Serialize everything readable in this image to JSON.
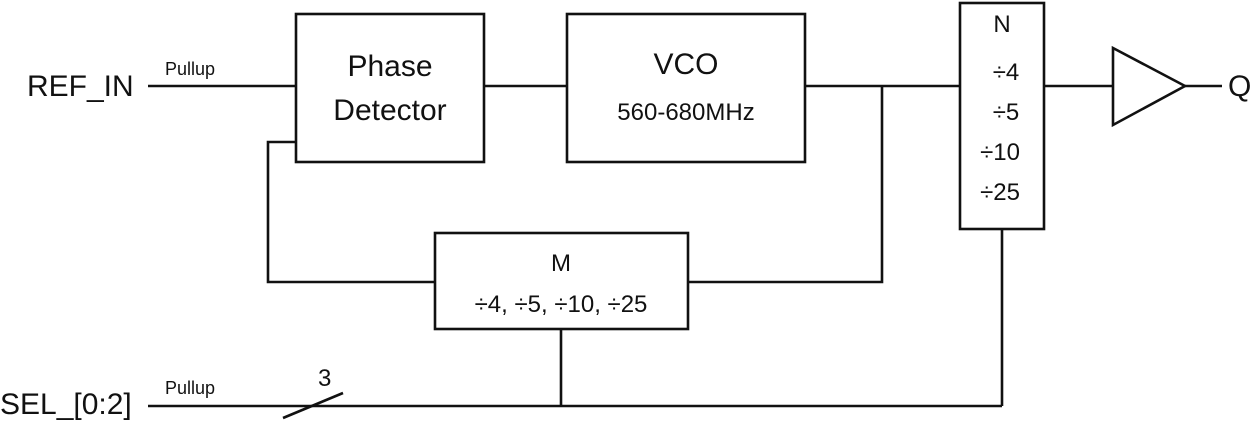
{
  "inputs": {
    "ref_in": "REF_IN",
    "ref_pull": "Pullup",
    "sel": "SEL_[0:2]",
    "sel_pull": "Pullup",
    "bus_width": "3"
  },
  "phase_detector": {
    "line1": "Phase",
    "line2": "Detector"
  },
  "vco": {
    "title": "VCO",
    "range": "560-680MHz"
  },
  "m_divider": {
    "title": "M",
    "ratios": "÷4, ÷5, ÷10, ÷25"
  },
  "n_divider": {
    "title": "N",
    "ratios": [
      "÷4",
      "÷5",
      "÷10",
      "÷25"
    ]
  },
  "output": {
    "label": "Q"
  }
}
